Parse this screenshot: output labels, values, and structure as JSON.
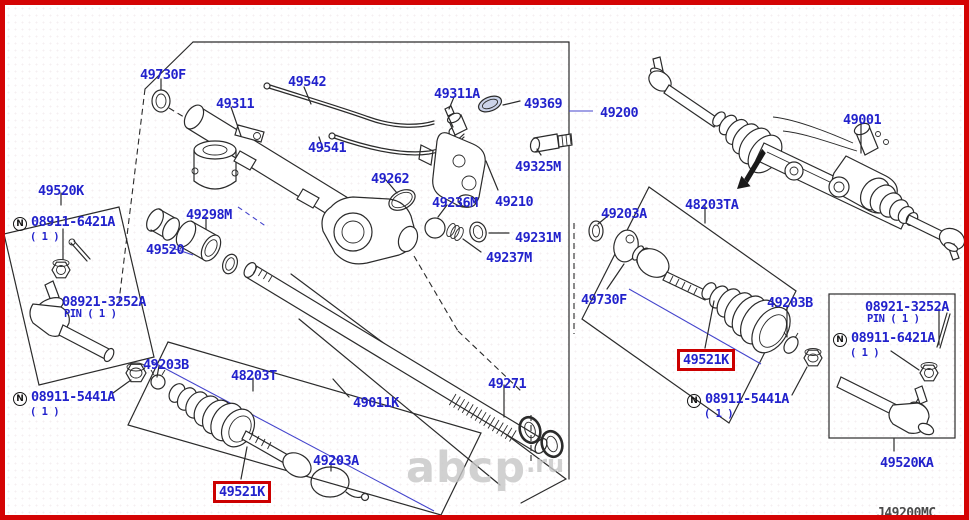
{
  "figure_code": "J49200MC",
  "watermark": {
    "name": "abcp",
    "tld": ".ru"
  },
  "colors": {
    "callout_text": "#2222cc",
    "highlight_box": "#cc0000",
    "frame_border": "#d40404",
    "line_art": "#2b2b2b",
    "leader_blue": "#4444cc",
    "watermark": "#c6c6c6"
  },
  "callouts": {
    "c49730f_top": {
      "part": "49730F"
    },
    "c49542": {
      "part": "49542"
    },
    "c49311": {
      "part": "49311"
    },
    "c49311a": {
      "part": "49311A"
    },
    "c49369": {
      "part": "49369"
    },
    "c49200": {
      "part": "49200"
    },
    "c49001": {
      "part": "49001"
    },
    "c49541": {
      "part": "49541"
    },
    "c49325m": {
      "part": "49325M"
    },
    "c49262": {
      "part": "49262"
    },
    "c49520k": {
      "part": "49520K"
    },
    "c49236m": {
      "part": "49236M"
    },
    "c49210": {
      "part": "49210"
    },
    "c48203ta": {
      "part": "48203TA"
    },
    "c49203a_right": {
      "part": "49203A"
    },
    "c49298m": {
      "part": "49298M"
    },
    "c08911_6421a_left": {
      "prefix": "N",
      "part": "08911-6421A",
      "qty": "( 1 )"
    },
    "c49231m": {
      "part": "49231M"
    },
    "c49520": {
      "part": "49520"
    },
    "c49237m": {
      "part": "49237M"
    },
    "c49730f_right": {
      "part": "49730F"
    },
    "c08921_3252a_left": {
      "part": "08921-3252A",
      "note": "PIN ( 1 )"
    },
    "c49203b_right": {
      "part": "49203B"
    },
    "c08921_3252a_right": {
      "part": "08921-3252A",
      "note": "PIN ( 1 )"
    },
    "c08911_6421a_right": {
      "prefix": "N",
      "part": "08911-6421A",
      "qty": "( 1 )"
    },
    "c49203b_left": {
      "part": "49203B"
    },
    "c49521k_right": {
      "part": "49521K",
      "highlighted": true
    },
    "c48203t": {
      "part": "48203T"
    },
    "c49271": {
      "part": "49271"
    },
    "c08911_5441a_right": {
      "prefix": "N",
      "part": "08911-5441A",
      "qty": "( 1 )"
    },
    "c49011k": {
      "part": "49011K"
    },
    "c08911_5441a_left": {
      "prefix": "N",
      "part": "08911-5441A",
      "qty": "( 1 )"
    },
    "c49203a_bottom": {
      "part": "49203A"
    },
    "c49521k_bottom": {
      "part": "49521K",
      "highlighted": true
    },
    "c49520ka": {
      "part": "49520KA"
    }
  }
}
